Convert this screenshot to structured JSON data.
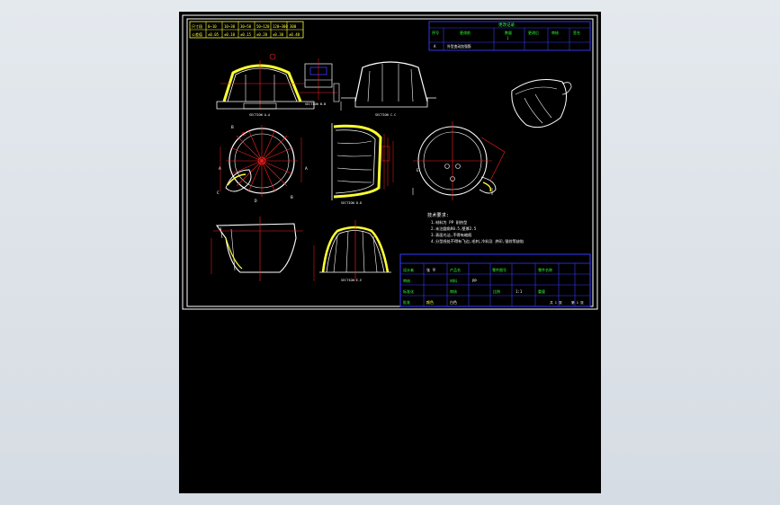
{
  "colors": {
    "background": "#000000",
    "outline": "#ffffff",
    "dimension": "#ff2020",
    "hatch": "#ffff33",
    "grid": "#3a3aff",
    "label": "#33ff33",
    "note": "#ffffff"
  },
  "tolerance_table": {
    "headers": [
      "尺寸段",
      "0~10",
      "10~30",
      "30~50",
      "50~120",
      "120~300",
      "300"
    ],
    "values": [
      "公差值",
      "±0.05",
      "±0.10",
      "±0.15",
      "±0.20",
      "±0.30",
      "±0.40"
    ]
  },
  "revision_table": {
    "title": "更改记录",
    "headers": [
      "序号",
      "更改前",
      "数量",
      "更改后",
      "审核",
      "签名"
    ],
    "row": [
      "A",
      "外型变动加强筋",
      "1",
      "",
      "",
      ""
    ]
  },
  "section_labels": [
    "SECTION A-A",
    "SECTION B-B",
    "SECTION C-C",
    "SECTION D-D",
    "SECTION E-E"
  ],
  "view_letters": [
    "A",
    "A",
    "B",
    "B",
    "C",
    "D",
    "E"
  ],
  "notes": {
    "heading": "技术要求:",
    "lines": [
      "1.材料为 PP 耐热型",
      "2.未注圆角R0.5,壁厚2.5",
      "3.表面光洁,不得有缩痕",
      "4.分型线处不得有飞边,毛刺,冷料及 烘印,银纹等缺陷"
    ]
  },
  "title_block": {
    "row1": [
      "设计者",
      "张 平",
      "产品名",
      "",
      "零件图号",
      "",
      "零件名称",
      ""
    ],
    "row2": [
      "审核",
      "",
      "材料",
      "PP",
      "",
      "",
      "",
      ""
    ],
    "row3": [
      "标准化",
      "",
      "审核",
      "",
      "比例",
      "1:1",
      "重量",
      ""
    ],
    "row4": [
      "批准",
      "颜色",
      "白色",
      "",
      "",
      "",
      "共 1 张",
      "第 1 张"
    ]
  }
}
